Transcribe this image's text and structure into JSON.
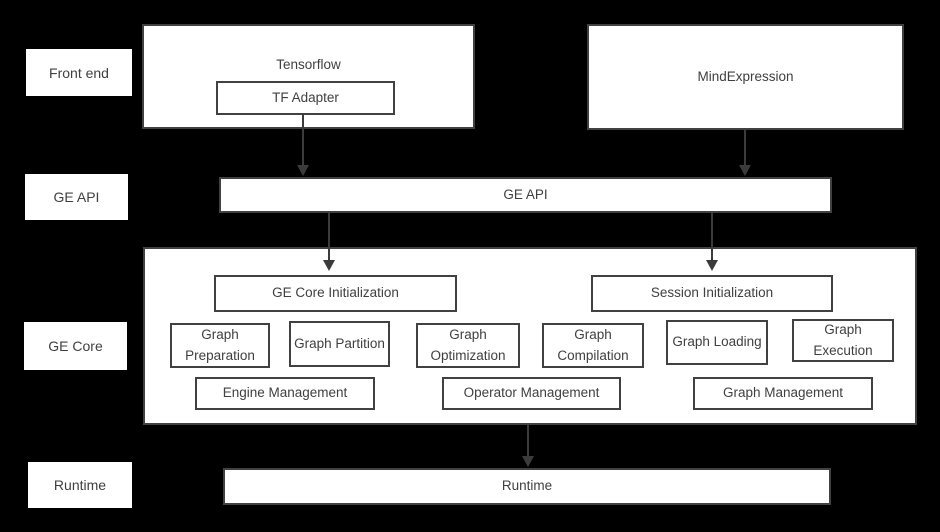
{
  "colors": {
    "bg": "#000000",
    "box_fill": "#ffffff",
    "box_border": "#414141",
    "text": "#404040",
    "arrow": "#3b3b3b"
  },
  "row_labels": {
    "front_end": "Front end",
    "ge_api": "GE API",
    "ge_core": "GE Core",
    "runtime": "Runtime"
  },
  "frontend": {
    "tensorflow_label": "Tensorflow",
    "tf_adapter_label": "TF Adapter",
    "mindexpression_label": "MindExpression"
  },
  "api_bar_label": "GE API",
  "ge_core": {
    "init": [
      "GE Core Initialization",
      "Session Initialization"
    ],
    "modules": [
      "Graph Preparation",
      "Graph Partition",
      "Graph Optimization",
      "Graph Compilation",
      "Graph Loading",
      "Graph Execution"
    ],
    "management": [
      "Engine Management",
      "Operator Management",
      "Graph Management"
    ]
  },
  "runtime_bar_label": "Runtime"
}
